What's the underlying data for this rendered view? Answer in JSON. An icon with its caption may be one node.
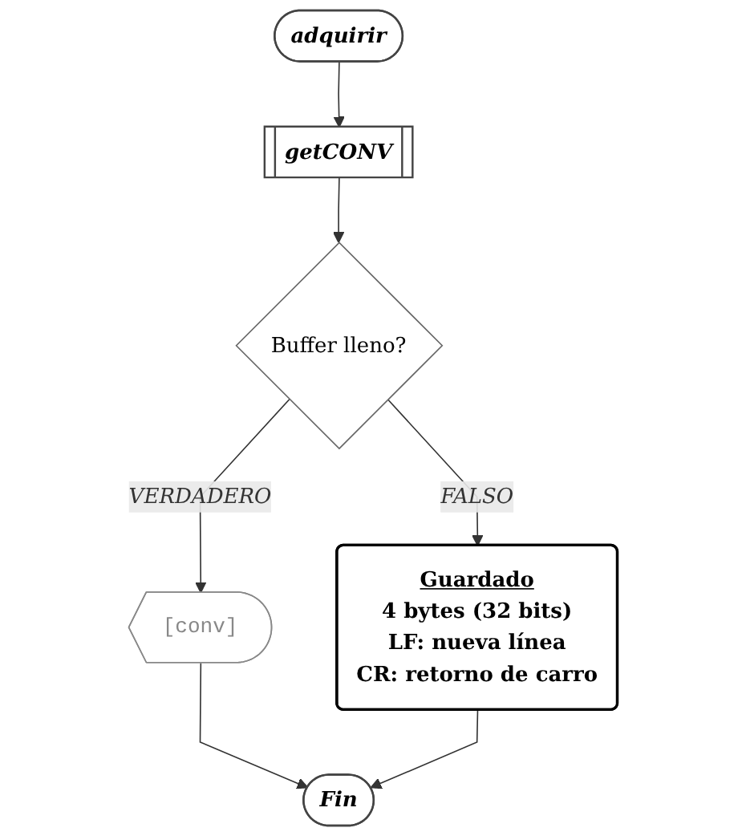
{
  "diagram": {
    "nodes": [
      {
        "text": [
          "adquirir"
        ]
      },
      {
        "text": [
          "getCONV"
        ]
      },
      {
        "text": [
          "Buffer lleno?"
        ]
      },
      {
        "text": [
          "Guardado",
          "4 bytes (32 bits)",
          "LF: nueva línea",
          "CR: retorno de carro"
        ]
      },
      {
        "text": [
          "[conv]"
        ]
      },
      {
        "text": [
          "Fin"
        ]
      }
    ],
    "edges": [
      {
        "from": 0,
        "to": 1,
        "arrow": "to"
      },
      {
        "from": 1,
        "to": 2,
        "arrow": "to"
      },
      {
        "from": 2,
        "to": 3,
        "arrow": "to",
        "label": "FALSO"
      },
      {
        "from": 2,
        "to": 4,
        "arrow": "to",
        "label": "VERDADERO"
      },
      {
        "from": 4,
        "to": 5,
        "arrow": "to"
      },
      {
        "from": 3,
        "to": 5,
        "arrow": "to"
      }
    ]
  }
}
